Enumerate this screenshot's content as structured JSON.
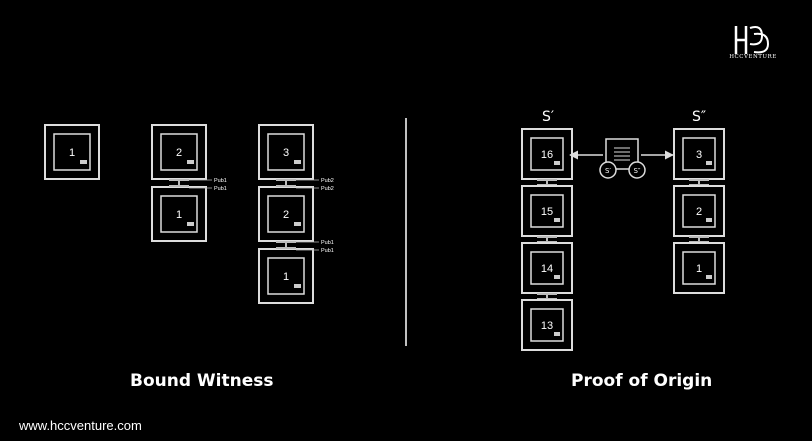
{
  "bound_witness": {
    "title": "Bound Witness",
    "chains": [
      {
        "blocks": [
          "1"
        ],
        "links": []
      },
      {
        "blocks": [
          "2",
          "1"
        ],
        "links": [
          {
            "top": "Pub1",
            "bottom": "Pub1"
          }
        ]
      },
      {
        "blocks": [
          "3",
          "2",
          "1"
        ],
        "links": [
          {
            "top": "Pub2",
            "bottom": "Pub2"
          },
          {
            "top": "Pub1",
            "bottom": "Pub1"
          }
        ]
      }
    ]
  },
  "proof_of_origin": {
    "title": "Proof of Origin",
    "left_chain": {
      "label": "S′",
      "blocks": [
        "16",
        "15",
        "14",
        "13"
      ]
    },
    "right_chain": {
      "label": "S″",
      "blocks": [
        "3",
        "2",
        "1"
      ]
    },
    "document": {
      "signatures": [
        "S′",
        "S″"
      ]
    }
  },
  "footer": {
    "website": "www.hccventure.com"
  },
  "logo": {
    "text": "HCCVENTURE"
  },
  "colors": {
    "background": "#000000",
    "foreground": "#ffffff",
    "block_stroke": "#dddddd",
    "link": "#bbbbbb"
  }
}
